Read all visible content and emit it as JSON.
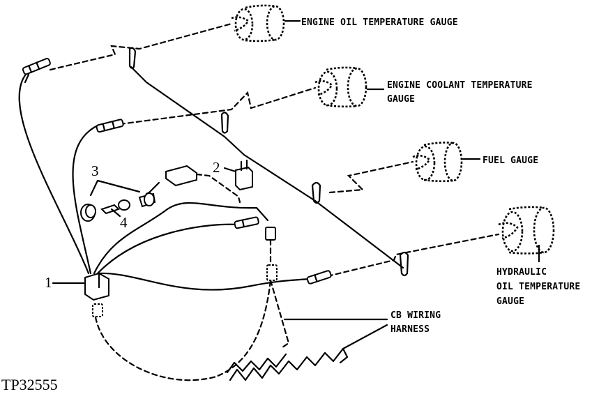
{
  "labels": {
    "engine_oil_temp_gauge": "ENGINE OIL TEMPERATURE GAUGE",
    "engine_coolant_temp_gauge_line1": "ENGINE COOLANT TEMPERATURE",
    "engine_coolant_temp_gauge_line2": "GAUGE",
    "fuel_gauge": "FUEL GAUGE",
    "hydraulic_oil_temp_gauge_line1": "HYDRAULIC",
    "hydraulic_oil_temp_gauge_line2": "OIL TEMPERATURE",
    "hydraulic_oil_temp_gauge_line3": "GAUGE",
    "cab_wiring_harness_line1": "CB WIRING",
    "cab_wiring_harness_line2": "HARNESS"
  },
  "callouts": {
    "one": "1",
    "two": "2",
    "three": "3",
    "four": "4"
  },
  "figure_ref": "TP32555"
}
